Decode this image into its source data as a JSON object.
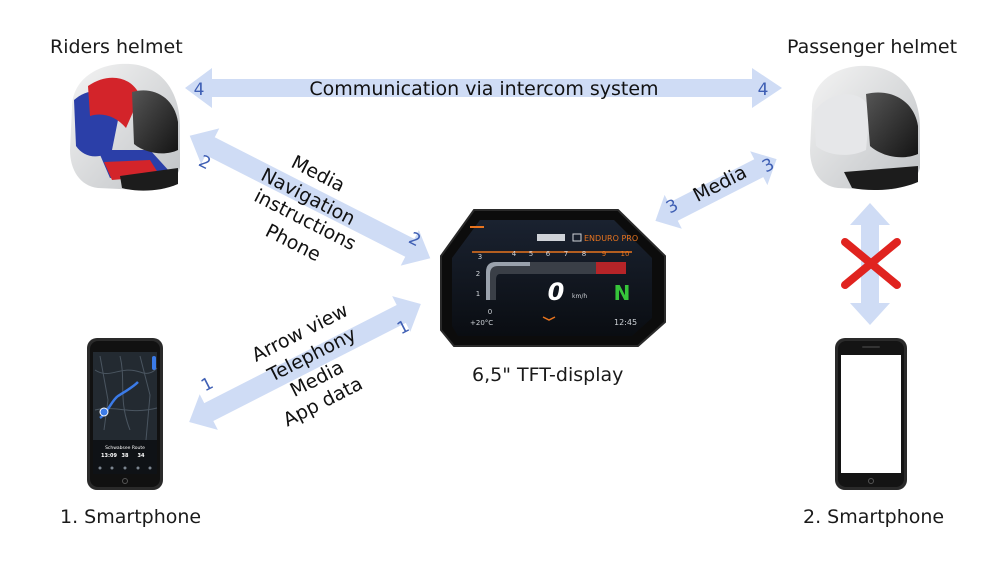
{
  "labels": {
    "riders_helmet": "Riders helmet",
    "passenger_helmet": "Passenger helmet",
    "display": "6,5\" TFT-display",
    "smartphone1": "1. Smartphone",
    "smartphone2": "2. Smartphone"
  },
  "connections": {
    "intercom": {
      "number": "4",
      "text": "Communication via intercom system"
    },
    "helmet_link": {
      "number": "2",
      "lines": [
        "Media",
        "Navigation",
        "instructions",
        "Phone"
      ]
    },
    "passenger_link": {
      "number": "3",
      "lines": [
        "Media"
      ]
    },
    "phone_link": {
      "number": "1",
      "lines": [
        "Arrow view",
        "Telephony",
        "Media",
        "App data"
      ]
    }
  },
  "tft": {
    "mode": "ENDURO PRO",
    "speed": "0",
    "speed_unit": "km/h",
    "gear": "N",
    "temperature": "+20°C",
    "time": "12:45",
    "rpm_ticks": [
      "1",
      "2",
      "3",
      "4",
      "5",
      "6",
      "7",
      "8",
      "9",
      "10"
    ],
    "bar_ticks": [
      "0",
      "1",
      "2",
      "3"
    ]
  },
  "phone_map": {
    "route_title": "Schwabsee Route",
    "stats": [
      "13:09",
      "38",
      "34"
    ]
  },
  "colors": {
    "arrow_fill": "#cfdcf5",
    "number_color": "#3f5fb4",
    "cross": "#e0231f",
    "tft_accent": "#e8741e",
    "gear_green": "#36c53a"
  }
}
